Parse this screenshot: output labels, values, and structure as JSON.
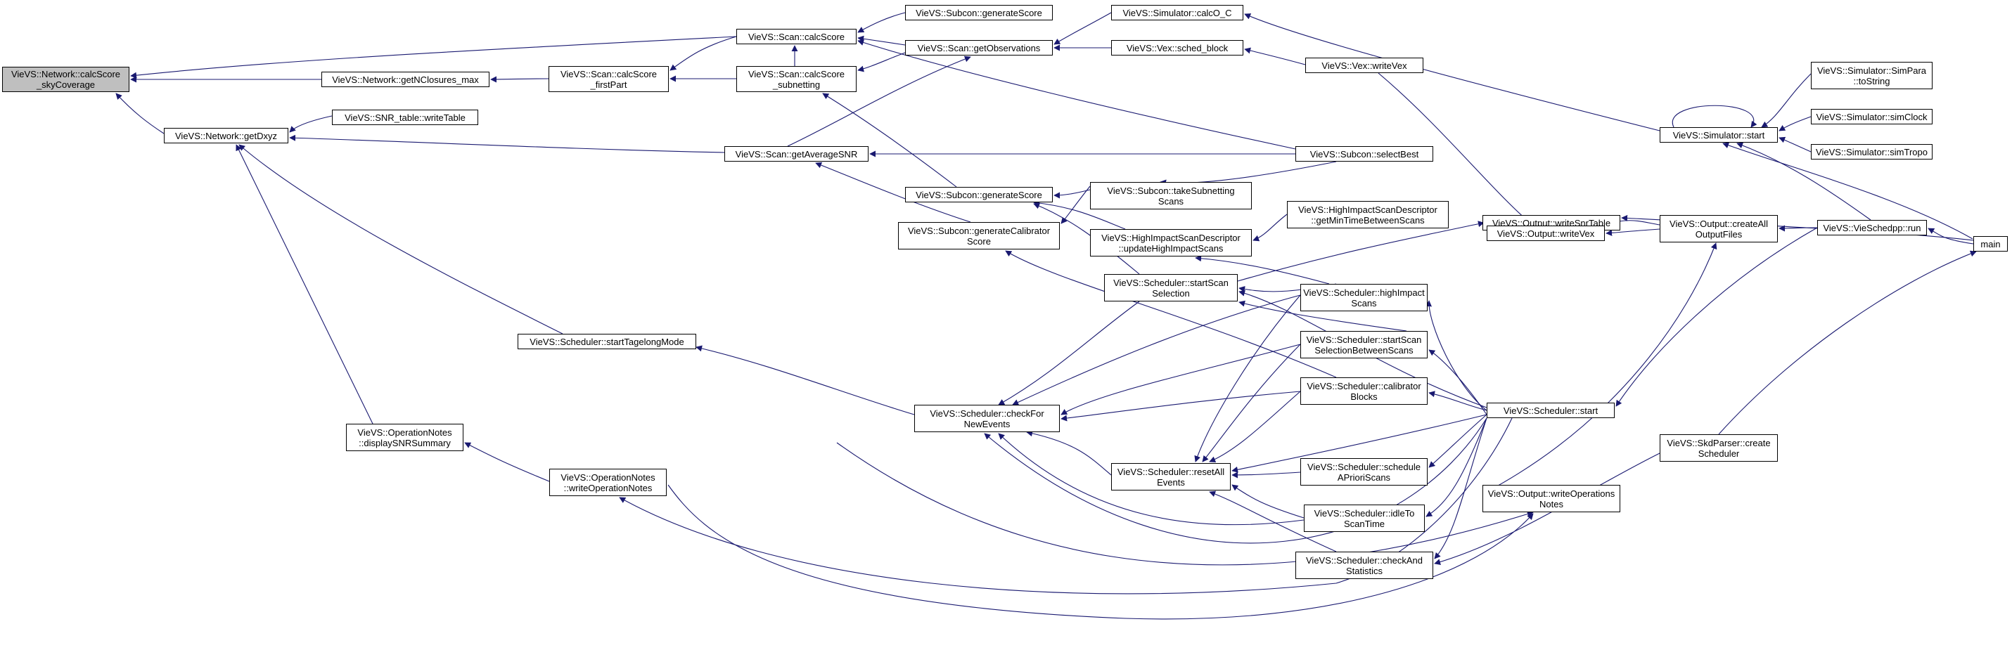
{
  "colors": {
    "edge": "#191970",
    "node_border": "#000000",
    "root_fill": "#bfbfbf",
    "node_fill": "#ffffff"
  },
  "nodes": {
    "root": {
      "l1": "VieVS::Network::calcScore",
      "l2": "_skyCoverage"
    },
    "net_getNClosures": {
      "l1": "VieVS::Network::getNClosures_max"
    },
    "net_getDxyz": {
      "l1": "VieVS::Network::getDxyz"
    },
    "scan_calcScore": {
      "l1": "VieVS::Scan::calcScore"
    },
    "scan_calcScore_firstPart": {
      "l1": "VieVS::Scan::calcScore",
      "l2": "_firstPart"
    },
    "scan_calcScore_subnetting": {
      "l1": "VieVS::Scan::calcScore",
      "l2": "_subnetting"
    },
    "snr_writeTable": {
      "l1": "VieVS::SNR_table::writeTable"
    },
    "scan_getAverageSNR": {
      "l1": "VieVS::Scan::getAverageSNR"
    },
    "sched_startTagelongMode": {
      "l1": "VieVS::Scheduler::startTagelongMode"
    },
    "opnotes_displaySNR": {
      "l1": "VieVS::OperationNotes",
      "l2": "::displaySNRSummary"
    },
    "opnotes_write": {
      "l1": "VieVS::OperationNotes",
      "l2": "::writeOperationNotes"
    },
    "subcon_generateScore_top": {
      "l1": "VieVS::Subcon::generateScore"
    },
    "scan_getObservations": {
      "l1": "VieVS::Scan::getObservations"
    },
    "subcon_generateScore_mid": {
      "l1": "VieVS::Subcon::generateScore"
    },
    "subcon_genCalibScore": {
      "l1": "VieVS::Subcon::generateCalibrator",
      "l2": "Score"
    },
    "sched_checkForNewEvents": {
      "l1": "VieVS::Scheduler::checkFor",
      "l2": "NewEvents"
    },
    "sim_calcO_C": {
      "l1": "VieVS::Simulator::calcO_C"
    },
    "vex_sched_block": {
      "l1": "VieVS::Vex::sched_block"
    },
    "vex_writeVex": {
      "l1": "VieVS::Vex::writeVex"
    },
    "subcon_selectBest": {
      "l1": "VieVS::Subcon::selectBest"
    },
    "subcon_takeSubnetting": {
      "l1": "VieVS::Subcon::takeSubnetting",
      "l2": "Scans"
    },
    "his_updateHighImpact": {
      "l1": "VieVS::HighImpactScanDescriptor",
      "l2": "::updateHighImpactScans"
    },
    "his_getMinTime": {
      "l1": "VieVS::HighImpactScanDescriptor",
      "l2": "::getMinTimeBetweenScans"
    },
    "sched_startScanSelection": {
      "l1": "VieVS::Scheduler::startScan",
      "l2": "Selection"
    },
    "sched_highImpactScans": {
      "l1": "VieVS::Scheduler::highImpact",
      "l2": "Scans"
    },
    "sched_startScanSelBetween": {
      "l1": "VieVS::Scheduler::startScan",
      "l2": "SelectionBetweenScans"
    },
    "sched_calibratorBlocks": {
      "l1": "VieVS::Scheduler::calibrator",
      "l2": "Blocks"
    },
    "sched_resetAllEvents": {
      "l1": "VieVS::Scheduler::resetAll",
      "l2": "Events"
    },
    "sched_scheduleAPriori": {
      "l1": "VieVS::Scheduler::schedule",
      "l2": "APrioriScans"
    },
    "sched_idleToScanTime": {
      "l1": "VieVS::Scheduler::idleTo",
      "l2": "ScanTime"
    },
    "sched_checkAndStatistics": {
      "l1": "VieVS::Scheduler::checkAnd",
      "l2": "Statistics"
    },
    "sched_start": {
      "l1": "VieVS::Scheduler::start"
    },
    "out_writeSnrTable": {
      "l1": "VieVS::Output::writeSnrTable"
    },
    "out_writeVex": {
      "l1": "VieVS::Output::writeVex"
    },
    "out_createAllOutputFiles": {
      "l1": "VieVS::Output::createAll",
      "l2": "OutputFiles"
    },
    "out_writeOperationsNotes": {
      "l1": "VieVS::Output::writeOperations",
      "l2": "Notes"
    },
    "skd_createScheduler": {
      "l1": "VieVS::SkdParser::create",
      "l2": "Scheduler"
    },
    "sim_start": {
      "l1": "VieVS::Simulator::start"
    },
    "sim_simPara": {
      "l1": "VieVS::Simulator::SimPara",
      "l2": "::toString"
    },
    "sim_simClock": {
      "l1": "VieVS::Simulator::simClock"
    },
    "sim_simTropo": {
      "l1": "VieVS::Simulator::simTropo"
    },
    "vieschedpp_run": {
      "l1": "VieVS::VieSchedpp::run"
    },
    "main": {
      "l1": "main"
    }
  }
}
